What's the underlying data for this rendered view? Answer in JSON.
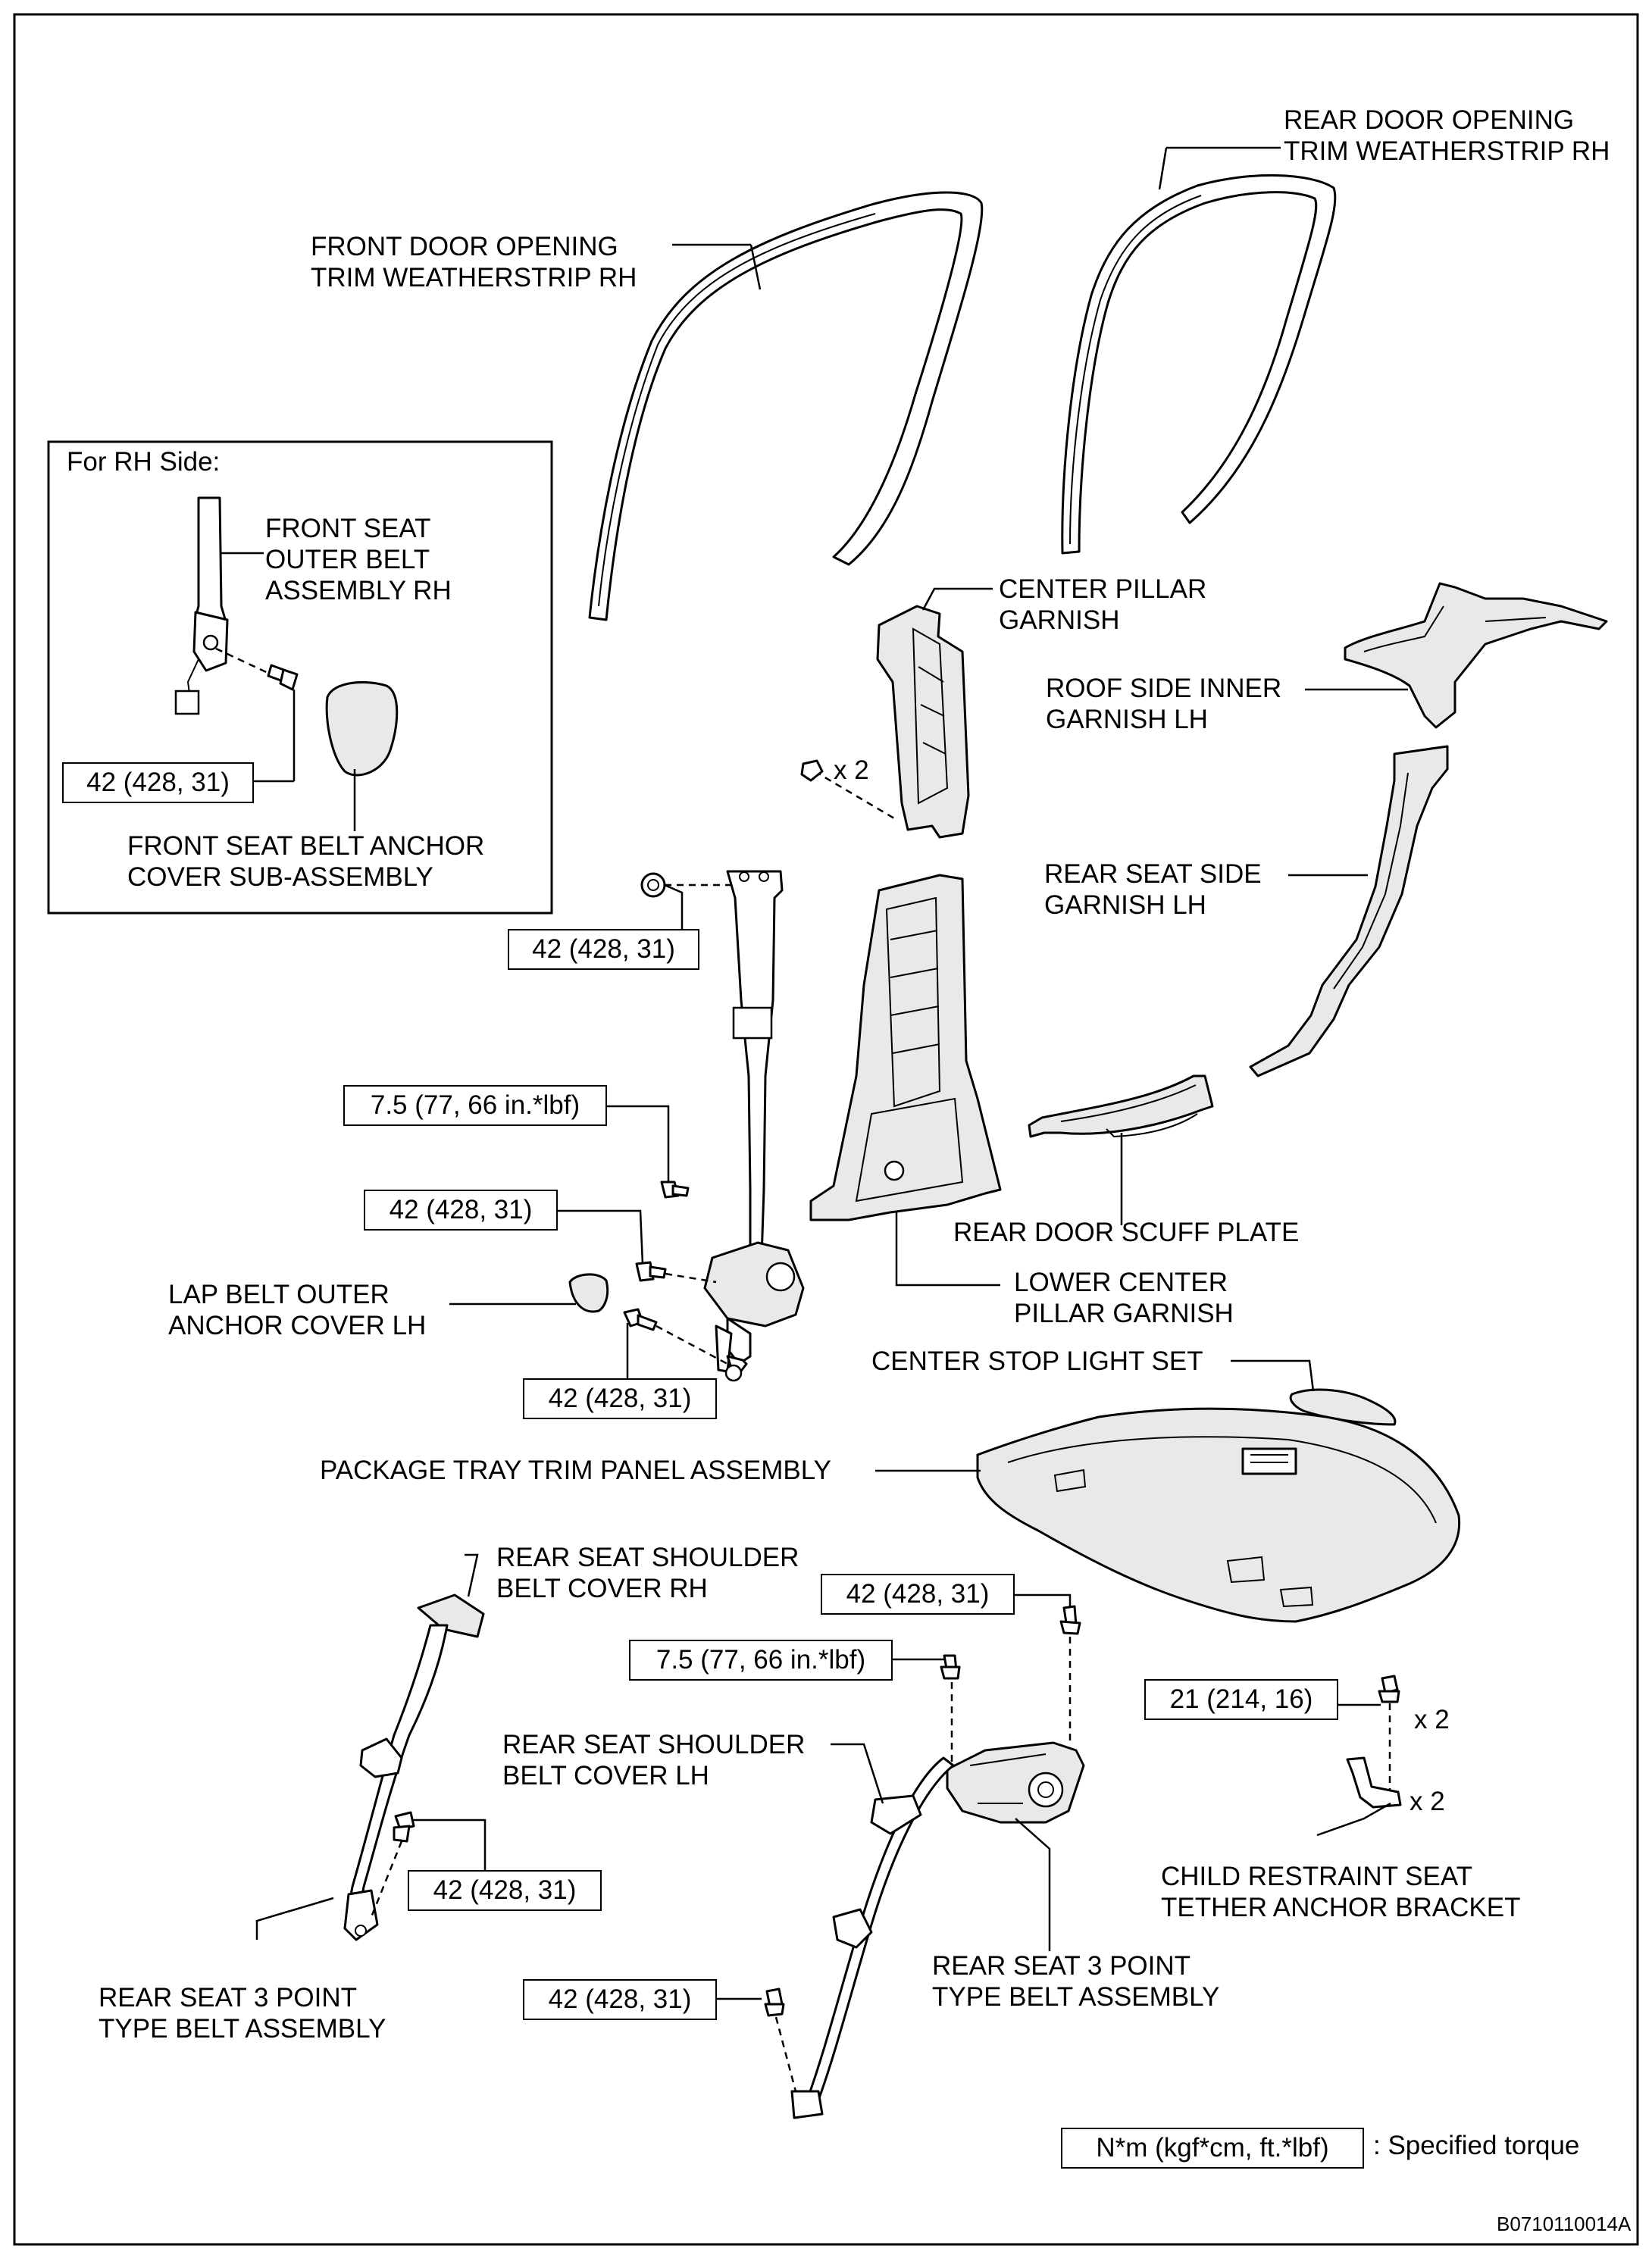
{
  "labels": {
    "front_door_weatherstrip": "FRONT DOOR OPENING\nTRIM WEATHERSTRIP RH",
    "rear_door_weatherstrip": "REAR DOOR OPENING\nTRIM WEATHERSTRIP RH",
    "for_rh_side": "For RH Side:",
    "front_seat_outer_belt": "FRONT SEAT\nOUTER BELT\nASSEMBLY RH",
    "front_anchor_cover": "FRONT SEAT BELT ANCHOR\nCOVER SUB-ASSEMBLY",
    "center_pillar_garnish": "CENTER PILLAR\nGARNISH",
    "roof_side_inner_garnish": "ROOF SIDE INNER\nGARNISH LH",
    "x2_center_pillar": "x 2",
    "rear_seat_side_garnish": "REAR SEAT SIDE\nGARNISH LH",
    "rear_door_scuff_plate": "REAR DOOR SCUFF PLATE",
    "lower_center_pillar_garnish": "LOWER CENTER\nPILLAR GARNISH",
    "lap_belt_outer_cover": "LAP BELT OUTER\nANCHOR COVER LH",
    "center_stop_light_set": "CENTER STOP LIGHT SET",
    "package_tray": "PACKAGE TRAY TRIM PANEL ASSEMBLY",
    "rear_shoulder_cover_rh": "REAR SEAT SHOULDER\nBELT COVER RH",
    "rear_shoulder_cover_lh": "REAR SEAT SHOULDER\nBELT COVER LH",
    "rear_3point_belt_left": "REAR SEAT 3 POINT\nTYPE BELT ASSEMBLY",
    "rear_3point_belt_center": "REAR SEAT 3 POINT\nTYPE BELT ASSEMBLY",
    "child_tether_bracket": "CHILD RESTRAINT SEAT\nTETHER ANCHOR BRACKET",
    "x2_bolt": "x 2",
    "x2_bracket": "x 2",
    "specified_torque": ": Specified torque",
    "figure_code": "B0710110014A"
  },
  "torques": {
    "front_anchor_inset": "42 (428, 31)",
    "upper_anchor": "42 (428, 31)",
    "retractor_small": "7.5 (77, 66 in.*lbf)",
    "retractor_mid": "42 (428, 31)",
    "lower_anchor": "42 (428, 31)",
    "rear_retractor": "42 (428, 31)",
    "rear_small": "7.5 (77, 66 in.*lbf)",
    "child_bracket": "21 (214, 16)",
    "rear_left_belt": "42 (428, 31)",
    "rear_center_lower": "42 (428, 31)",
    "legend_units": "N*m (kgf*cm, ft.*lbf)"
  }
}
